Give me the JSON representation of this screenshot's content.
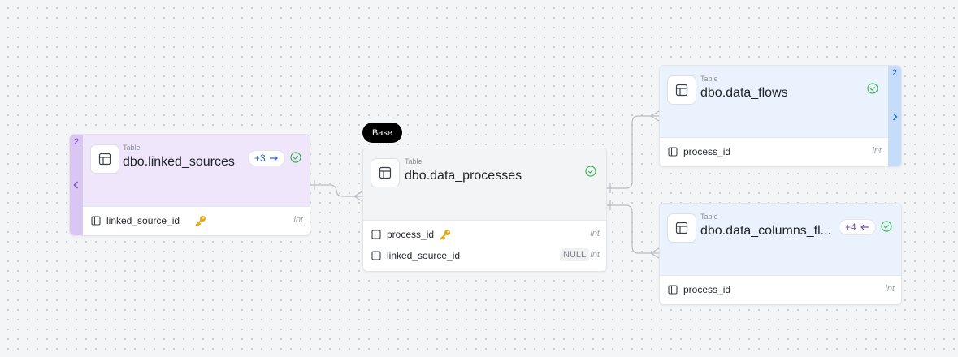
{
  "base_label": "Base",
  "nodes": {
    "linked_sources": {
      "type_label": "Table",
      "title": "dbo.linked_sources",
      "strip_count": "2",
      "badge": "+3",
      "columns": [
        {
          "name": "linked_source_id",
          "type": "int",
          "primary_key": true
        }
      ]
    },
    "data_processes": {
      "type_label": "Table",
      "title": "dbo.data_processes",
      "columns": [
        {
          "name": "process_id",
          "type": "int",
          "primary_key": true
        },
        {
          "name": "linked_source_id",
          "type": "int",
          "null_label": "NULL"
        }
      ]
    },
    "data_flows": {
      "type_label": "Table",
      "title": "dbo.data_flows",
      "strip_count": "2",
      "columns": [
        {
          "name": "process_id",
          "type": "int"
        }
      ]
    },
    "data_columns_fl": {
      "type_label": "Table",
      "title": "dbo.data_columns_fl...",
      "badge": "+4",
      "columns": [
        {
          "name": "process_id",
          "type": "int"
        }
      ]
    }
  },
  "colors": {
    "purple_head": "#efe6fb",
    "purple_strip": "#d9c6f3",
    "blue_head": "#eaf2fe",
    "blue_strip": "#c6dcfb",
    "gray_head": "#f3f4f6",
    "check_green": "#3fb45a",
    "edge": "#b8bcc2"
  }
}
